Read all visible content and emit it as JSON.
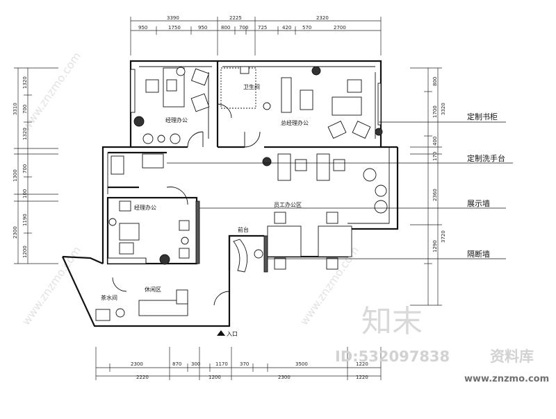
{
  "dimensions": {
    "top_total": [
      "3390",
      "2225",
      "2320"
    ],
    "top_parts": [
      "950",
      "1750",
      "950",
      "800",
      "700",
      "725",
      "420",
      "570",
      "2700"
    ],
    "bottom_parts": [
      "2300",
      "870",
      "300",
      "1170",
      "370",
      "3500",
      "1220"
    ],
    "bottom_totals": [
      "2220",
      "1200",
      "2300",
      "1220"
    ],
    "left_top": [
      "1320",
      "700",
      "1320"
    ],
    "left_top_total": "3310",
    "left_mid": [
      "1300",
      "700",
      "100"
    ],
    "left_bottom": [
      "1190",
      "2300",
      "1200"
    ],
    "right_top": [
      "800",
      "1700",
      "400"
    ],
    "right_top_total": "3320",
    "right_mid": [
      "170",
      "2360"
    ],
    "right_bottom": [
      "1290",
      "3720"
    ]
  },
  "rooms": {
    "manager_office_1": "经理办公",
    "general_manager_office": "总经理办公",
    "toilet": "卫生间",
    "manager_office_2": "经理办公",
    "staff_area": "员工办公区",
    "reception": "前台",
    "lounge": "休闲区",
    "tea_room": "茶水间",
    "entrance": "入口"
  },
  "callouts": [
    "定制书柜",
    "定制洗手台",
    "展示墙",
    "隔断墙"
  ],
  "watermark": {
    "logo_text": "知末",
    "id_text": "ID:532097838",
    "library_text": "资料库",
    "url_text": "www.znzmo.com",
    "diagonal_text": "www.znzmo.com"
  }
}
